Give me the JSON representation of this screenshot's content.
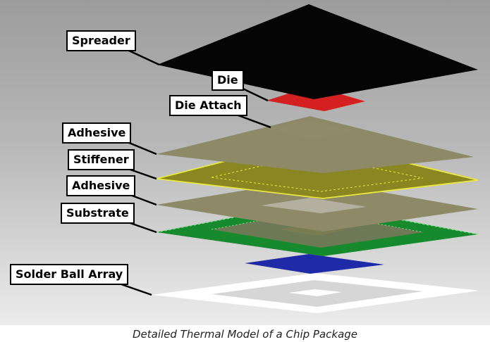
{
  "labels": {
    "spreader": "Spreader",
    "die": "Die",
    "die_attach": "Die Attach",
    "adhesive_top": "Adhesive",
    "stiffener": "Stiffener",
    "adhesive_bottom": "Adhesive",
    "substrate": "Substrate",
    "solder_ball_array": "Solder Ball Array"
  },
  "caption": "Detailed Thermal Model of a Chip Package",
  "colors": {
    "spreader": "#050505",
    "die": "#d42020",
    "die_attach": "#8f8a6a",
    "adhesive": "#8e8a68",
    "stiffener": "#8a8622",
    "stiffener_edge": "#e8e840",
    "substrate": "#168a2c",
    "substrate_core": "#7a7c52",
    "substrate_edge": "#7fe08a",
    "bottom_die": "#1f2aa8",
    "solder": "#ffffff"
  }
}
